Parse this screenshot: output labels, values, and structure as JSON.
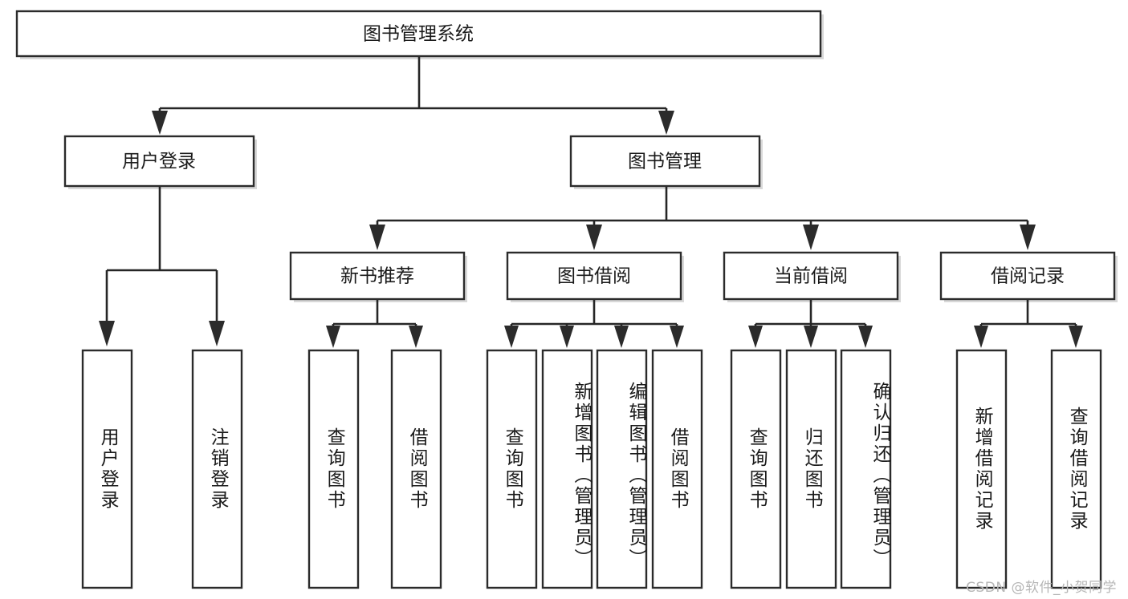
{
  "diagram": {
    "title": "图书管理系统",
    "type": "tree-hierarchy-chart",
    "watermark": "CSDN @软件_小贺同学",
    "colors": {
      "box_fill": "#ffffff",
      "box_stroke": "#2b2b2b",
      "connector": "#262626",
      "text": "#1a1a1a",
      "watermark": "#b6b6b6",
      "background": "#ffffff"
    },
    "root": {
      "label": "图书管理系统",
      "orientation": "horizontal"
    },
    "level2": [
      {
        "label": "用户登录",
        "orientation": "horizontal"
      },
      {
        "label": "图书管理",
        "orientation": "horizontal"
      }
    ],
    "level3": [
      {
        "label": "新书推荐",
        "orientation": "horizontal"
      },
      {
        "label": "图书借阅",
        "orientation": "horizontal"
      },
      {
        "label": "当前借阅",
        "orientation": "horizontal"
      },
      {
        "label": "借阅记录",
        "orientation": "horizontal"
      }
    ],
    "leaves": {
      "user_login": [
        {
          "label": "用户登录",
          "orientation": "vertical"
        },
        {
          "label": "注销登录",
          "orientation": "vertical"
        }
      ],
      "new_book_recommend": [
        {
          "label": "查询图书",
          "orientation": "vertical"
        },
        {
          "label": "借阅图书",
          "orientation": "vertical"
        }
      ],
      "book_borrow": [
        {
          "label": "查询图书",
          "orientation": "vertical"
        },
        {
          "label": "新增图书（管理员）",
          "orientation": "vertical"
        },
        {
          "label": "编辑图书（管理员）",
          "orientation": "vertical"
        },
        {
          "label": "借阅图书",
          "orientation": "vertical"
        }
      ],
      "current_borrow": [
        {
          "label": "查询图书",
          "orientation": "vertical"
        },
        {
          "label": "归还图书",
          "orientation": "vertical"
        },
        {
          "label": "确认归还（管理员）",
          "orientation": "vertical"
        }
      ],
      "borrow_record": [
        {
          "label": "新增借阅记录",
          "orientation": "vertical"
        },
        {
          "label": "查询借阅记录",
          "orientation": "vertical"
        }
      ]
    }
  }
}
